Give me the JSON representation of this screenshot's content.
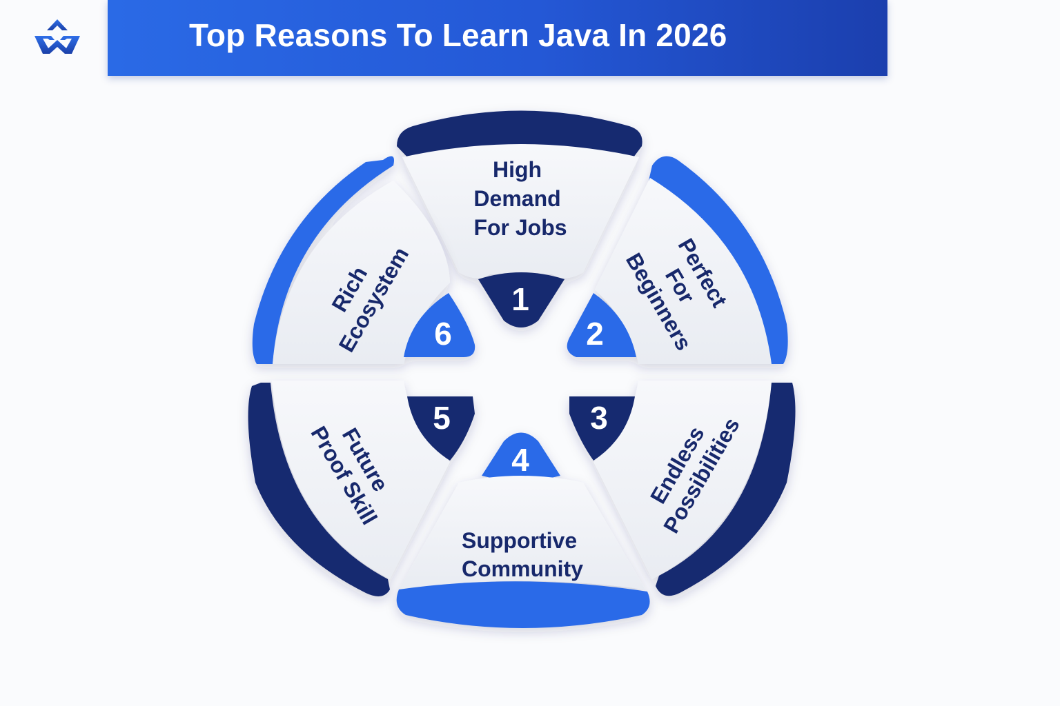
{
  "header": {
    "title": "Top Reasons To Learn Java In 2026",
    "background": "#2458d6"
  },
  "logo": {
    "icon": "brand-logo-icon",
    "color": "#2a63d8"
  },
  "colors": {
    "dark_navy": "#17296f",
    "bright_blue": "#2b6ae8",
    "card": "#f1f3f7",
    "text": "#17286b"
  },
  "segments": [
    {
      "number": "1",
      "label_lines": [
        "High",
        "Demand",
        "For Jobs"
      ],
      "accent": "dark_navy"
    },
    {
      "number": "2",
      "label_lines": [
        "Perfect",
        "For",
        "Beginners"
      ],
      "accent": "bright_blue"
    },
    {
      "number": "3",
      "label_lines": [
        "Endless",
        "Possibilities"
      ],
      "accent": "dark_navy"
    },
    {
      "number": "4",
      "label_lines": [
        "Supportive",
        "Community"
      ],
      "accent": "bright_blue"
    },
    {
      "number": "5",
      "label_lines": [
        "Future",
        "Proof Skill"
      ],
      "accent": "dark_navy"
    },
    {
      "number": "6",
      "label_lines": [
        "Rich",
        "Ecosystem"
      ],
      "accent": "bright_blue"
    }
  ]
}
